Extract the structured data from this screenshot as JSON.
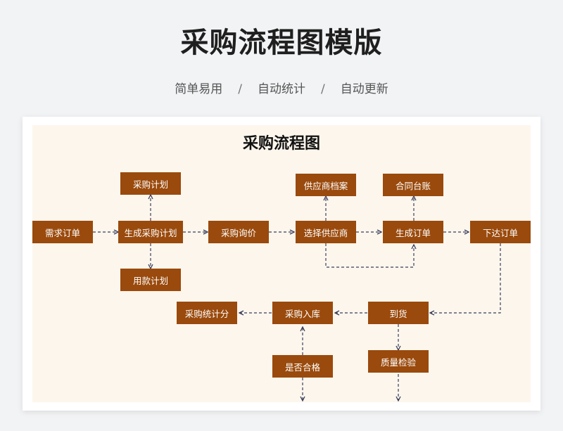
{
  "header": {
    "title": "采购流程图模版",
    "features": [
      "简单易用",
      "自动统计",
      "自动更新"
    ],
    "separator": "/"
  },
  "diagram": {
    "title": "采购流程图",
    "nodes": {
      "demand_order": "需求订单",
      "purchase_plan": "采购计划",
      "generate_plan": "生成采购计划",
      "payment_plan": "用款计划",
      "inquiry": "采购询价",
      "supplier_profile": "供应商档案",
      "select_supplier": "选择供应商",
      "contract_ledger": "合同台账",
      "generate_order": "生成订单",
      "place_order": "下达订单",
      "arrival": "到货",
      "inbound": "采购入库",
      "stats": "采购统计分",
      "qualified": "是否合格",
      "inspection": "质量检验"
    },
    "colors": {
      "node": "#9a4a0c",
      "edge": "#3a3f5c",
      "canvas": "#fdf6ed"
    }
  }
}
